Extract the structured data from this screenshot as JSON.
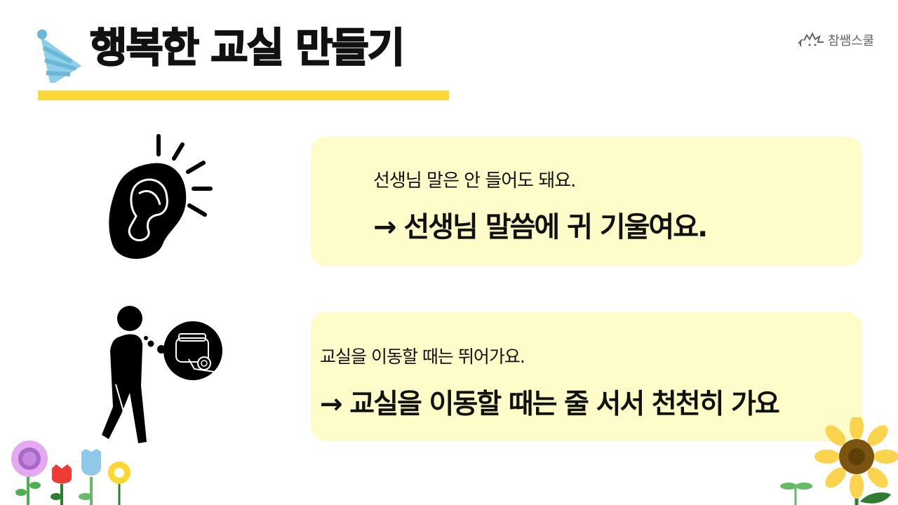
{
  "header": {
    "title": "행복한 교실 만들기",
    "logo_text": "참쌤스쿨",
    "accent_color": "#fcd93b"
  },
  "rules": [
    {
      "icon": "ear-icon",
      "before": "선생님 말은 안 들어도 돼요.",
      "after": "→ 선생님 말씀에 귀 기울여요."
    },
    {
      "icon": "walking-person-snail-icon",
      "before": "교실을 이동할 때는 뛰어가요.",
      "after": "→ 교실을 이동할 때는 줄 서서 천천히 가요"
    }
  ],
  "colors": {
    "card_background": "#fefcc8",
    "text": "#111111"
  }
}
